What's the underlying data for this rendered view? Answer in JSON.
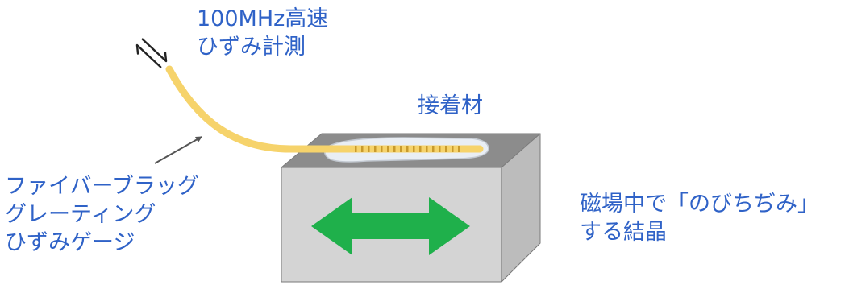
{
  "labels": {
    "speed": [
      "100MHz高速",
      "ひずみ計測"
    ],
    "adhesive": "接着材",
    "fbg": [
      "ファイバーブラッグ",
      "グレーティング",
      "ひずみゲージ"
    ],
    "crystal": [
      "磁場中で「のびちぢみ」",
      "する結晶"
    ]
  },
  "icons": {
    "signal": "bidirectional-arrows-icon",
    "pointer": "pointer-arrow",
    "strain": "double-headed-arrow"
  },
  "colors": {
    "text": "#2f62c7",
    "fiber": "#f6d36b",
    "crystal_front": "#d4d4d4",
    "crystal_top": "#8c8c8c",
    "crystal_side": "#bcbcbc",
    "strain_arrow": "#1fb04b"
  }
}
